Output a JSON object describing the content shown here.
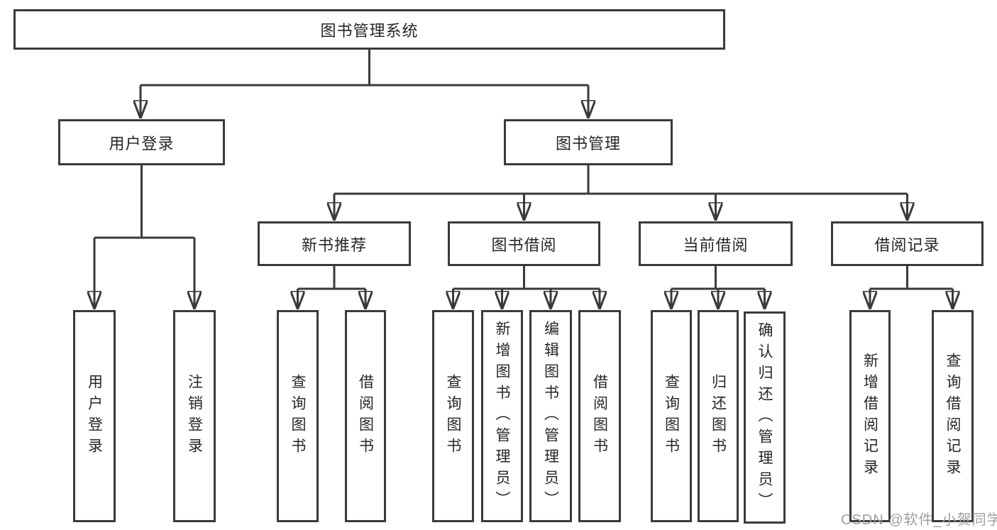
{
  "diagram": {
    "root": {
      "label": "图书管理系统"
    },
    "login_branch": {
      "label": "用户登录",
      "children": [
        "用户登录",
        "注销登录"
      ]
    },
    "mgmt_branch": {
      "label": "图书管理",
      "groups": [
        {
          "label": "新书推荐",
          "children": [
            "查询图书",
            "借阅图书"
          ]
        },
        {
          "label": "图书借阅",
          "children": [
            "查询图书",
            "新增图书（管理员）",
            "编辑图书（管理员）",
            "借阅图书"
          ]
        },
        {
          "label": "当前借阅",
          "children": [
            "查询图书",
            "归还图书",
            "确认归还（管理员）"
          ]
        },
        {
          "label": "借阅记录",
          "children": [
            "新增借阅记录",
            "查询借阅记录"
          ]
        }
      ]
    }
  },
  "watermark": "CSDN @软件_小贺同学",
  "colors": {
    "line": "#3a3a3a",
    "text": "#262626",
    "watermark": "#9e9e9e",
    "background": "#ffffff"
  }
}
